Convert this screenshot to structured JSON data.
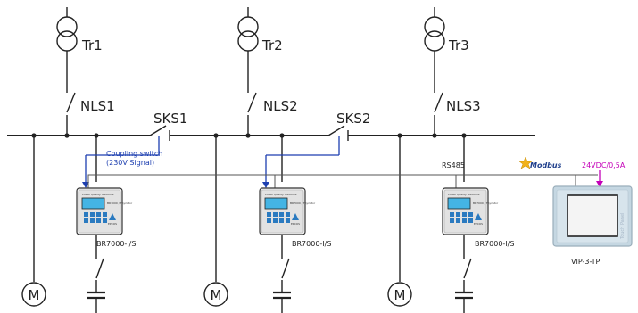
{
  "transformers": [
    {
      "label": "Tr1"
    },
    {
      "label": "Tr2"
    },
    {
      "label": "Tr3"
    }
  ],
  "feeder_switches": [
    {
      "label": "NLS1"
    },
    {
      "label": "NLS2"
    },
    {
      "label": "NLS3"
    }
  ],
  "coupling_switches": [
    {
      "label": "SKS1"
    },
    {
      "label": "SKS2"
    }
  ],
  "motors": [
    {
      "label": "M"
    },
    {
      "label": "M"
    },
    {
      "label": "M"
    }
  ],
  "controllers": [
    {
      "model": "BR7000-I/S",
      "brand": "EPCOS",
      "title": "Power Quality Solutions",
      "side_text": "BR7000 / Thyristor"
    },
    {
      "model": "BR7000-I/S",
      "brand": "EPCOS",
      "title": "Power Quality Solutions",
      "side_text": "BR7000 / Thyristor"
    },
    {
      "model": "BR7000-I/S",
      "brand": "EPCOS",
      "title": "Power Quality Solutions",
      "side_text": "BR7000 / Thyristor"
    }
  ],
  "annotations": {
    "coupling_switch_line1": "Coupling switch",
    "coupling_switch_line2": "(230V Signal)",
    "rs485": "RS485",
    "modbus": "Modbus",
    "power_supply": "24VDC/0,5A"
  },
  "touch_panel": {
    "model": "VIP-3-TP",
    "side_label": "Touch Panel"
  },
  "colors": {
    "line": "#222222",
    "signal_blue": "#1d3fb0",
    "power_magenta": "#c400b8",
    "panel_frame": "#c5d7e2",
    "panel_screen": "#f4f4f4",
    "controller_screen": "#44b4e4",
    "controller_keys": "#2a7ac0",
    "modbus_star": "#f2b21a"
  }
}
